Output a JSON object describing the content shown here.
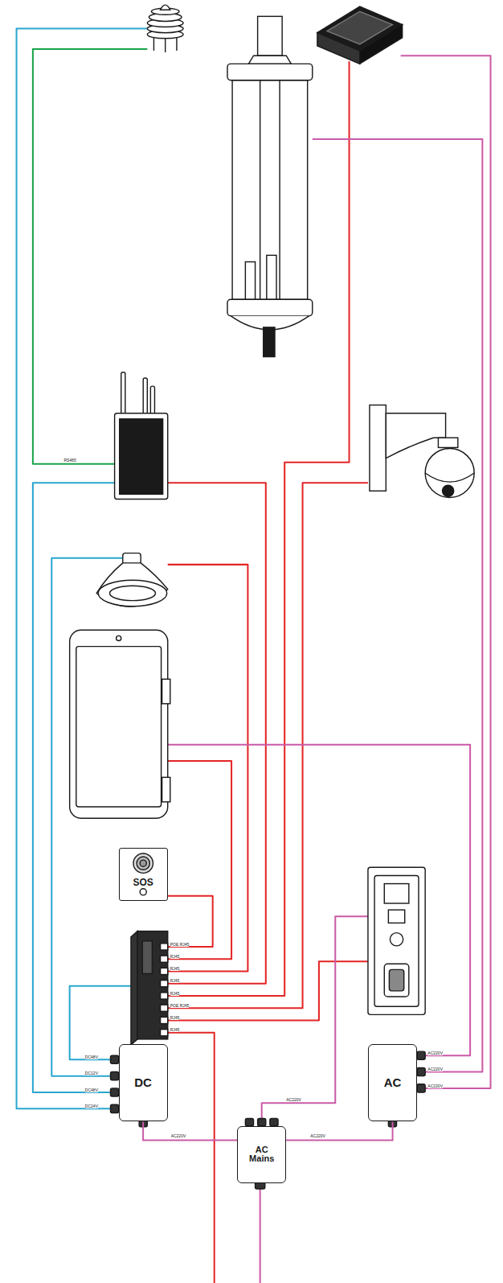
{
  "diagram": {
    "nodes": [
      {
        "text": [
          "SOS"
        ]
      },
      {
        "text": [
          "DC"
        ]
      },
      {
        "text": [
          "AC"
        ]
      },
      {
        "text": [
          "AC Mains"
        ]
      }
    ],
    "edges": [
      {
        "from": 1,
        "to": 3,
        "arrow": "none",
        "label": "AC220V"
      },
      {
        "from": 2,
        "to": 3,
        "arrow": "none",
        "label": "AC220V"
      }
    ],
    "labels": [
      "RS485",
      "POE RJ45",
      "RJ45",
      "RJ45",
      "RJ45",
      "RJ45",
      "POE RJ45",
      "RJ45",
      "RJ45",
      "DC48V",
      "DC12V",
      "DC48V",
      "DC24V",
      "AC220V",
      "AC220V",
      "AC220V",
      "AC220V"
    ]
  }
}
